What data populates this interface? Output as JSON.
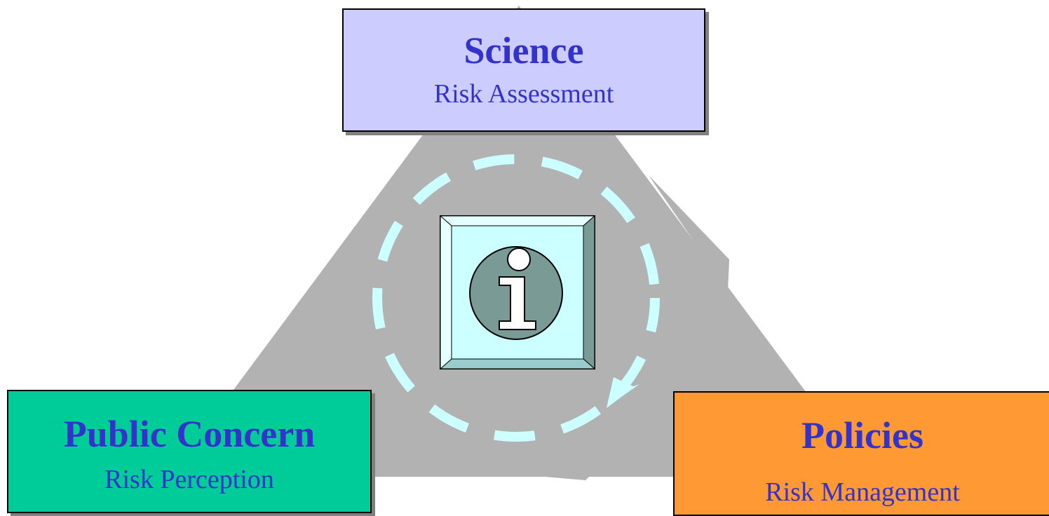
{
  "science": {
    "title": "Science",
    "subtitle": "Risk Assessment"
  },
  "public_concern": {
    "title": "Public Concern",
    "subtitle": "Risk Perception"
  },
  "policies": {
    "title": "Policies",
    "subtitle": "Risk Management"
  },
  "center_icon": {
    "name": "info-icon",
    "glyph": "i"
  },
  "colors": {
    "triangle": "#b2b2b2",
    "science_box": "#ccccff",
    "public_box": "#00cc99",
    "policies_box": "#ff9933",
    "text": "#3333cc",
    "dashed_cycle": "#ccffff",
    "icon_tile": "#ccffff",
    "icon_circle": "#7a9a96"
  }
}
